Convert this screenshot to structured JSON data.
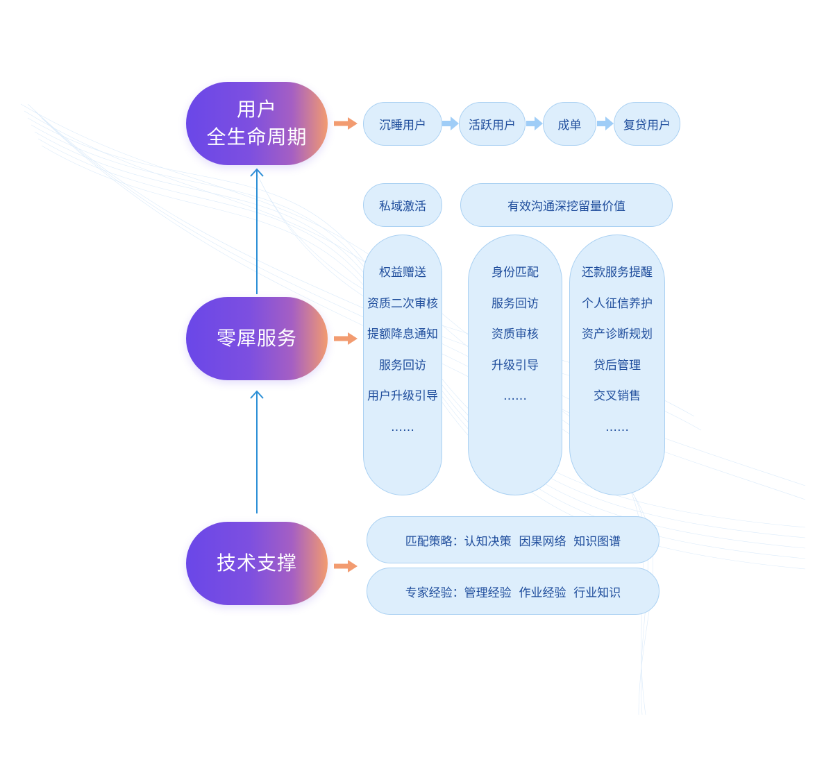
{
  "nodes": {
    "lifecycle": {
      "line1": "用户",
      "line2": "全生命周期"
    },
    "service": {
      "label": "零犀服务"
    },
    "tech": {
      "label": "技术支撑"
    }
  },
  "lifecycle_stages": [
    "沉睡用户",
    "活跃用户",
    "成单",
    "复贷用户"
  ],
  "highlights": [
    "私域激活",
    "有效沟通深挖留量价值"
  ],
  "service_columns": [
    {
      "items": [
        "权益赠送",
        "资质二次审核",
        "提额降息通知",
        "服务回访",
        "用户升级引导",
        "……"
      ]
    },
    {
      "items": [
        "身份匹配",
        "服务回访",
        "资质审核",
        "升级引导",
        "……"
      ]
    },
    {
      "items": [
        "还款服务提醒",
        "个人征信养护",
        "资产诊断规划",
        "贷后管理",
        "交叉销售",
        "……"
      ]
    }
  ],
  "tech_support": [
    "匹配策略：认知决策  因果网络  知识图谱",
    "专家经验：管理经验  作业经验  行业知识"
  ],
  "colors": {
    "node_gradient_start": "#6a47e8",
    "node_gradient_end": "#f29b70",
    "pill_fill": "#ddeefc",
    "pill_border": "#a9d0f2",
    "pill_text": "#1f4d9c",
    "orange_arrow": "#f29b70",
    "blue_arrow": "#9fcdf7",
    "connector": "#2b8fd6"
  }
}
